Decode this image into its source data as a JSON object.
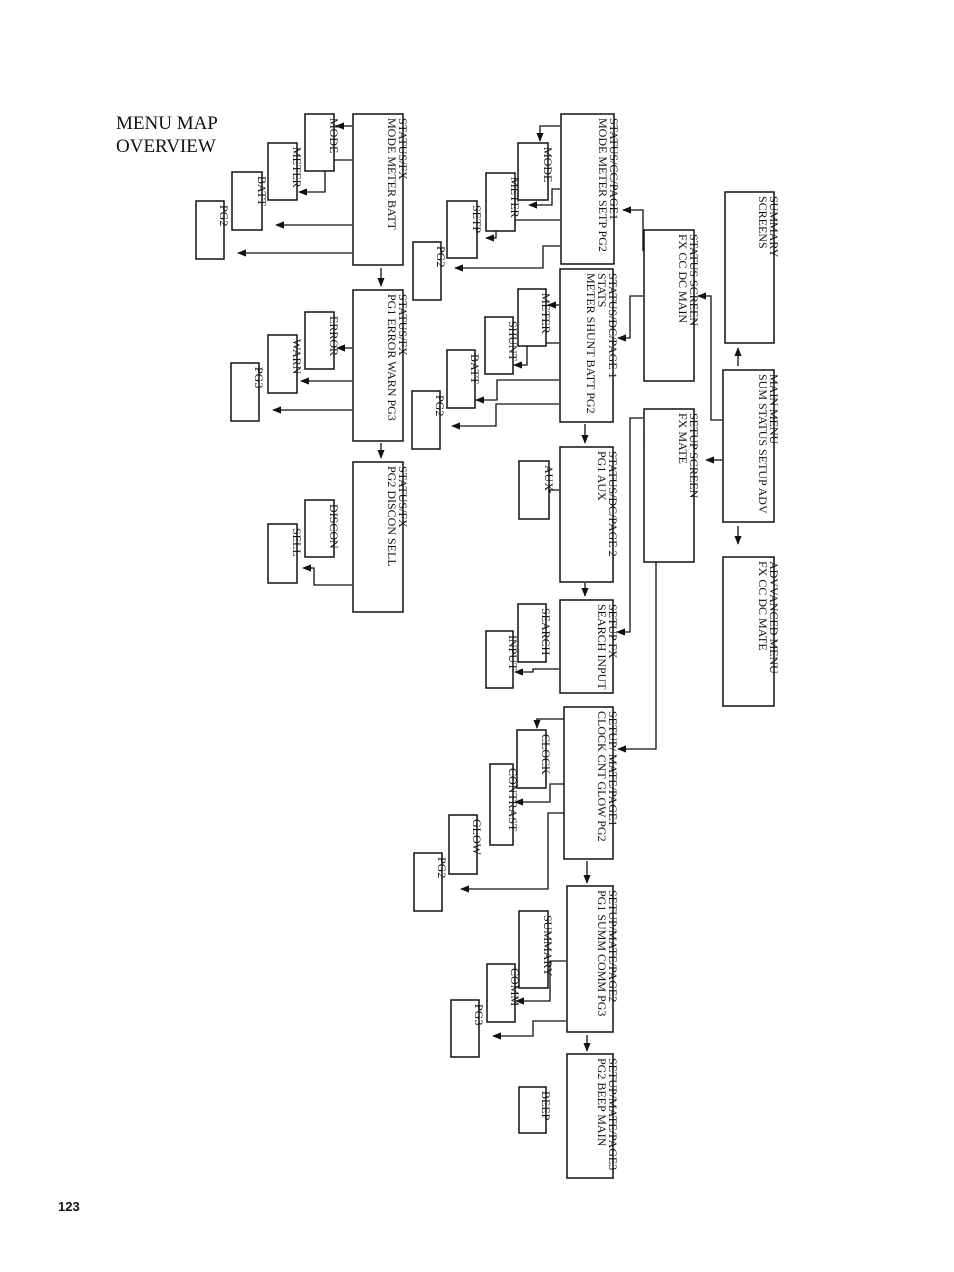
{
  "page": {
    "title_line1": "MENU MAP",
    "title_line2": "OVERVIEW",
    "page_number": "123"
  },
  "boxes": {
    "summary": [
      "SUMMARY",
      "SCREENS"
    ],
    "main_menu": [
      "MAIN MENU",
      "SUM STATUS SETUP ADV"
    ],
    "adv_menu": [
      "ADVVANCED MENU",
      "FX      CC      DC      MATE"
    ],
    "status_screen": [
      "STATUS SCREEN",
      "FX    CC   DC   MAIN"
    ],
    "setup_screen": [
      "SETUP  SCREEN",
      "FX                                MATE"
    ],
    "cc_page1": [
      "STATUS/CC/PAGE1",
      "MODE METER SETP PG2"
    ],
    "cc_mode": [
      "MODE"
    ],
    "cc_meter": [
      "METER"
    ],
    "cc_setp": [
      "SETP"
    ],
    "cc_pg2": [
      "PG2"
    ],
    "dc_page1": [
      "STATUS/DC/PAGE 1",
      "STATS",
      "METER SHUNT BATT PG2"
    ],
    "dc_meter": [
      "METER"
    ],
    "dc_shunt": [
      "SHUNT"
    ],
    "dc_batt": [
      "BATT"
    ],
    "dc_pg2": [
      "PG2"
    ],
    "dc_page2": [
      "STATUS/DC/PAGE 2",
      "PG1      AUX"
    ],
    "dc_aux": [
      "AUX"
    ],
    "fx1": [
      "STATUS/FX",
      "MODE  METER  BATT"
    ],
    "fx1_mode": [
      "MODE"
    ],
    "fx1_meter": [
      "METER"
    ],
    "fx1_batt": [
      "BATT"
    ],
    "fx1_pg2": [
      "PG2"
    ],
    "fx2": [
      "STATUS/FX",
      "PG1  ERROR  WARN  PG3"
    ],
    "fx2_error": [
      "ERROR"
    ],
    "fx2_warn": [
      "WARN"
    ],
    "fx2_pg3": [
      "PG3"
    ],
    "fx3": [
      "STATUS/FX",
      "PG2         DISCON        SELL"
    ],
    "fx3_discon": [
      "DISCON"
    ],
    "fx3_sell": [
      "SELL"
    ],
    "setup_fx": [
      "SETUP FX",
      "SEARCH INPUT"
    ],
    "sfx_search": [
      "SEARCH"
    ],
    "sfx_input": [
      "INPUT"
    ],
    "mate_page1": [
      "SETUP/ MATE/PAGE1",
      "CLOCK CNT GLOW PG2"
    ],
    "m1_clock": [
      "CLOCK"
    ],
    "m1_contrast": [
      "CONTRAST"
    ],
    "m1_glow": [
      "GLOW"
    ],
    "m1_pg2": [
      "PG2"
    ],
    "mate_page2": [
      "SETUP/MATE/PAGE2",
      "PG1  SUMM  COMM  PG3"
    ],
    "m2_summary": [
      "SUMMARY"
    ],
    "m2_comm": [
      "COMM"
    ],
    "m2_pg3": [
      "PG3"
    ],
    "mate_page3": [
      "SETUP/MATE/PAGE3",
      "PG2    BEEP        MAIN"
    ],
    "m3_beep": [
      "BEEP"
    ]
  }
}
